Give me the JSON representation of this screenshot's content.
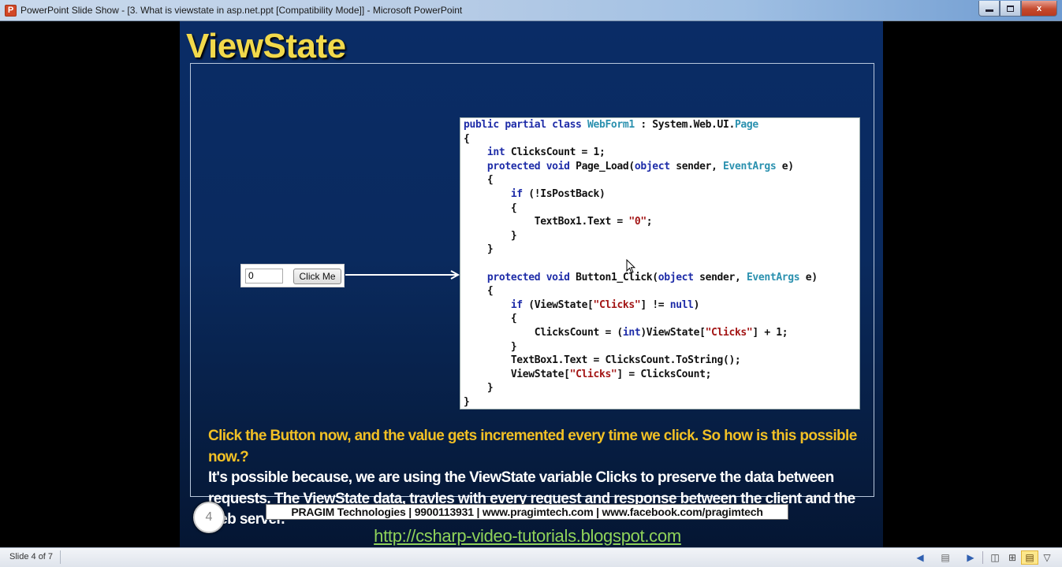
{
  "window": {
    "title": "PowerPoint Slide Show - [3. What is viewstate in asp.net.ppt [Compatibility Mode]] - Microsoft PowerPoint",
    "app_icon_letter": "P",
    "controls": {
      "minimize": "minimize",
      "maximize": "restore",
      "close": "x"
    }
  },
  "slide": {
    "title": "ViewState",
    "code_lines": [
      [
        {
          "t": "public partial class ",
          "c": "kw"
        },
        {
          "t": "WebForm1",
          "c": "type"
        },
        {
          "t": " : System.Web.UI.",
          "c": ""
        },
        {
          "t": "Page",
          "c": "type"
        }
      ],
      [
        {
          "t": "{",
          "c": ""
        }
      ],
      [
        {
          "t": "    ",
          "c": ""
        },
        {
          "t": "int",
          "c": "kw"
        },
        {
          "t": " ClicksCount = 1;",
          "c": ""
        }
      ],
      [
        {
          "t": "    ",
          "c": ""
        },
        {
          "t": "protected void",
          "c": "kw"
        },
        {
          "t": " Page_Load(",
          "c": ""
        },
        {
          "t": "object",
          "c": "kw"
        },
        {
          "t": " sender, ",
          "c": ""
        },
        {
          "t": "EventArgs",
          "c": "type"
        },
        {
          "t": " e)",
          "c": ""
        }
      ],
      [
        {
          "t": "    {",
          "c": ""
        }
      ],
      [
        {
          "t": "        ",
          "c": ""
        },
        {
          "t": "if",
          "c": "kw"
        },
        {
          "t": " (!IsPostBack)",
          "c": ""
        }
      ],
      [
        {
          "t": "        {",
          "c": ""
        }
      ],
      [
        {
          "t": "            TextBox1.Text = ",
          "c": ""
        },
        {
          "t": "\"0\"",
          "c": "str"
        },
        {
          "t": ";",
          "c": ""
        }
      ],
      [
        {
          "t": "        }",
          "c": ""
        }
      ],
      [
        {
          "t": "    }",
          "c": ""
        }
      ],
      [
        {
          "t": "",
          "c": ""
        }
      ],
      [
        {
          "t": "    ",
          "c": ""
        },
        {
          "t": "protected void",
          "c": "kw"
        },
        {
          "t": " Button1_Click(",
          "c": ""
        },
        {
          "t": "object",
          "c": "kw"
        },
        {
          "t": " sender, ",
          "c": ""
        },
        {
          "t": "EventArgs",
          "c": "type"
        },
        {
          "t": " e)",
          "c": ""
        }
      ],
      [
        {
          "t": "    {",
          "c": ""
        }
      ],
      [
        {
          "t": "        ",
          "c": ""
        },
        {
          "t": "if",
          "c": "kw"
        },
        {
          "t": " (ViewState[",
          "c": ""
        },
        {
          "t": "\"Clicks\"",
          "c": "str"
        },
        {
          "t": "] != ",
          "c": ""
        },
        {
          "t": "null",
          "c": "kw"
        },
        {
          "t": ")",
          "c": ""
        }
      ],
      [
        {
          "t": "        {",
          "c": ""
        }
      ],
      [
        {
          "t": "            ClicksCount = (",
          "c": ""
        },
        {
          "t": "int",
          "c": "kw"
        },
        {
          "t": ")ViewState[",
          "c": ""
        },
        {
          "t": "\"Clicks\"",
          "c": "str"
        },
        {
          "t": "] + 1;",
          "c": ""
        }
      ],
      [
        {
          "t": "        }",
          "c": ""
        }
      ],
      [
        {
          "t": "        TextBox1.Text = ClicksCount.ToString();",
          "c": ""
        }
      ],
      [
        {
          "t": "        ViewState[",
          "c": ""
        },
        {
          "t": "\"Clicks\"",
          "c": "str"
        },
        {
          "t": "] = ClicksCount;",
          "c": ""
        }
      ],
      [
        {
          "t": "    }",
          "c": ""
        }
      ],
      [
        {
          "t": "}",
          "c": ""
        }
      ]
    ],
    "demo": {
      "textbox_value": "0",
      "button_label": "Click Me"
    },
    "question": "Click the Button now, and the value gets incremented every time we click. So how is this possible now.?",
    "answer": "It's possible because, we are using the ViewState variable Clicks to preserve the data between requests. The ViewState data, travles with every request and response between the client and the web server.",
    "slide_number": "4",
    "footer_banner": "PRAGIM Technologies | 9900113931 | www.pragimtech.com | www.facebook.com/pragimtech",
    "footer_link": "http://csharp-video-tutorials.blogspot.com",
    "colors": {
      "title": "#f2d94b",
      "question": "#f2c025",
      "answer": "#ffffff",
      "link": "#8fd35a",
      "background": "#0a2c66"
    }
  },
  "statusbar": {
    "slide_indicator": "Slide 4 of 7",
    "icons": [
      "previous-slide-icon",
      "notes-menu-icon",
      "next-slide-icon",
      "normal-view-icon",
      "slide-sorter-icon",
      "reading-view-icon",
      "slide-show-icon"
    ]
  }
}
